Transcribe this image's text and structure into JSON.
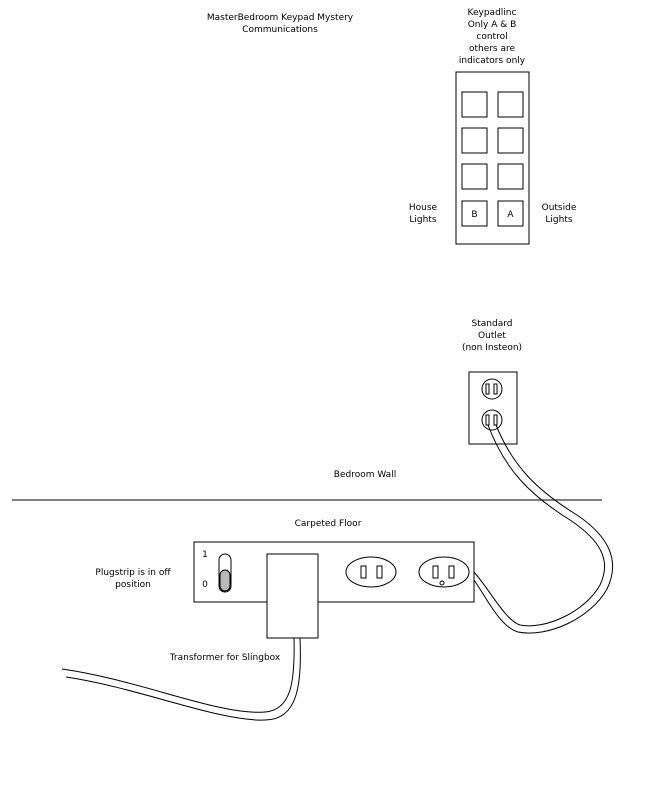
{
  "title": {
    "line1": "MasterBedroom Keypad Mystery",
    "line2": "Communications"
  },
  "keypad": {
    "note": [
      "Keypadlinc",
      "Only  A & B",
      "control",
      "others are",
      "indicators only"
    ],
    "button_b": "B",
    "button_a": "A",
    "left_label": [
      "House",
      "Lights"
    ],
    "right_label": [
      "Outside",
      "Lights"
    ]
  },
  "outlet": {
    "label": [
      "Standard",
      "Outlet",
      "(non Insteon)"
    ]
  },
  "wall_label": "Bedroom Wall",
  "floor_label": "Carpeted Floor",
  "plugstrip": {
    "switch_on": "1",
    "switch_off": "0",
    "note": [
      "Plugstrip is in off",
      "position"
    ]
  },
  "transformer_label": "Transformer for Slingbox"
}
